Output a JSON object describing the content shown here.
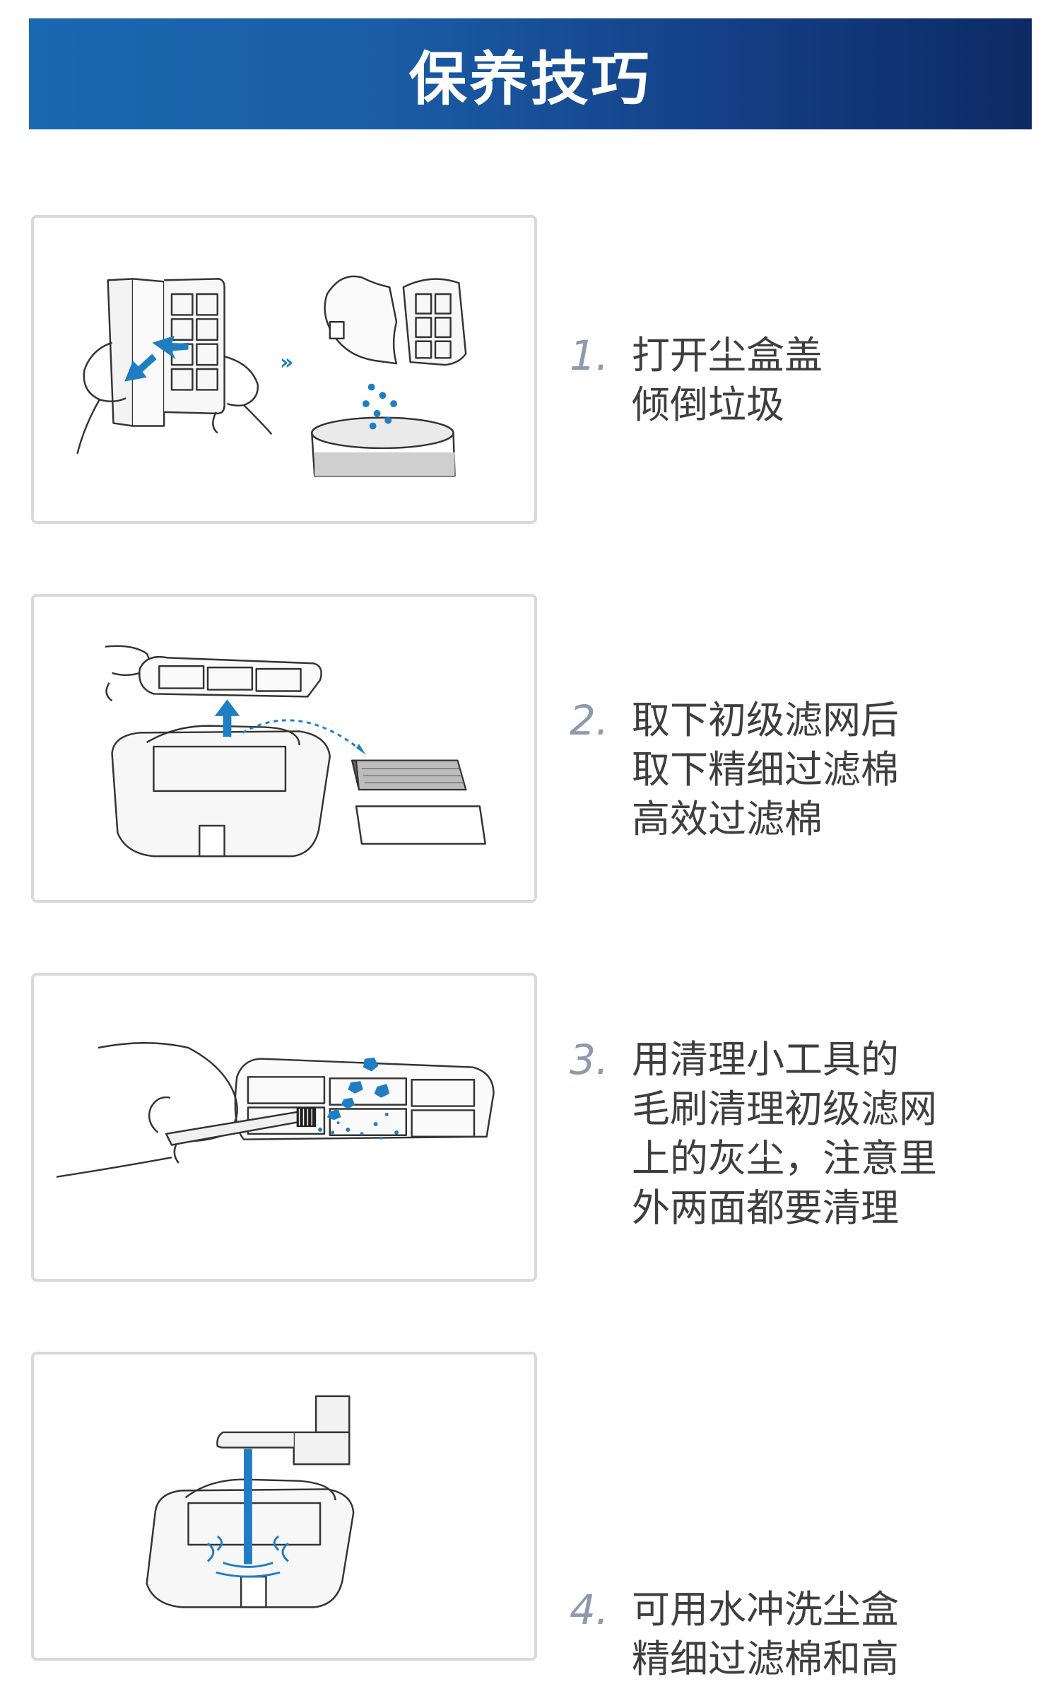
{
  "header": {
    "title": "保养技巧",
    "gradient_start": "#1a68b0",
    "gradient_end": "#0d2a64"
  },
  "steps": [
    {
      "number": "1.",
      "lines": [
        "打开尘盒盖",
        "倾倒垃圾"
      ]
    },
    {
      "number": "2.",
      "lines": [
        "取下初级滤网后",
        "取下精细过滤棉",
        "高效过滤棉"
      ]
    },
    {
      "number": "3.",
      "lines": [
        "用清理小工具的",
        "毛刷清理初级滤网",
        "上的灰尘，注意里",
        "外两面都要清理"
      ]
    },
    {
      "number": "4.",
      "lines": [
        "可用水冲洗尘盒",
        "精细过滤棉和高"
      ]
    }
  ],
  "accent_color": "#1f7dc4"
}
